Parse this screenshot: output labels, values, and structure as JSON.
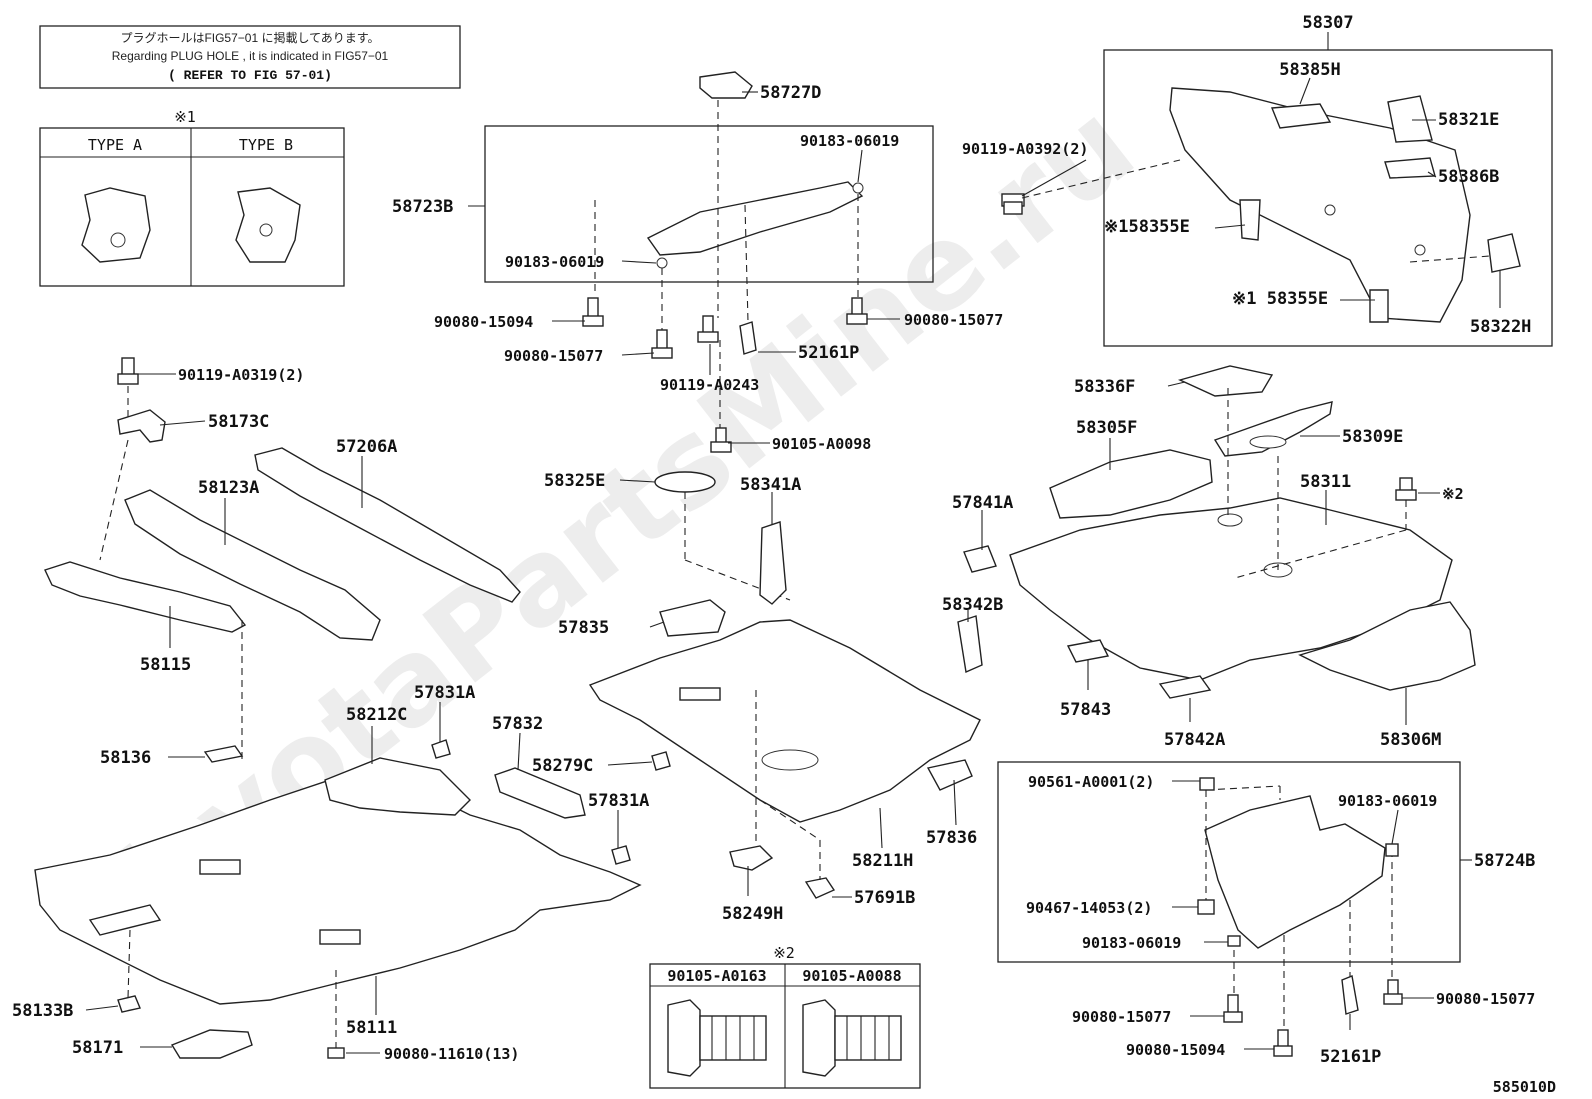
{
  "notes": {
    "plug_hole_jp": "プラグホールはFIG57−01 に掲載してあります。",
    "plug_hole_en": "Regarding PLUG HOLE , it is indicated in FIG57−01",
    "refer": "( REFER TO FIG 57-01)"
  },
  "type_table": {
    "marker": "※1",
    "type_a": "TYPE A",
    "type_b": "TYPE B"
  },
  "bolt_table": {
    "marker": "※2",
    "col1": "90105-A0163",
    "col2": "90105-A0088"
  },
  "watermark": "ToyotaPartsMine.ru",
  "figure_code": "585010D",
  "labels": {
    "p58307": "58307",
    "p58385H": "58385H",
    "p58321E": "58321E",
    "p58386B": "58386B",
    "p90119_A0392": "90119-A0392(2)",
    "p58355E_a": "※158355E",
    "p58355E_b": "※1 58355E",
    "p58322H": "58322H",
    "p58727D": "58727D",
    "p90183_06019_a": "90183-06019",
    "p58723B": "58723B",
    "p90183_06019_b": "90183-06019",
    "p90080_15094_a": "90080-15094",
    "p90080_15077_a": "90080-15077",
    "p90080_15077_b": "90080-15077",
    "p52161P_a": "52161P",
    "p90119_A0243": "90119-A0243",
    "p90119_A0319": "90119-A0319(2)",
    "p58173C": "58173C",
    "p57206A": "57206A",
    "p58123A": "58123A",
    "p58115": "58115",
    "p90105_A0098": "90105-A0098",
    "p58325E": "58325E",
    "p58341A": "58341A",
    "p57835": "57835",
    "p58336F": "58336F",
    "p58305F": "58305F",
    "p58309E": "58309E",
    "p58311": "58311",
    "p57841A": "57841A",
    "p_mark2": "※2",
    "p58342B": "58342B",
    "p57843": "57843",
    "p57842A": "57842A",
    "p58306M": "58306M",
    "p58136": "58136",
    "p58212C": "58212C",
    "p57831A_a": "57831A",
    "p57832": "57832",
    "p58279C": "58279C",
    "p57831A_b": "57831A",
    "p58211H": "58211H",
    "p57836": "57836",
    "p58249H": "58249H",
    "p57691B": "57691B",
    "p58133B": "58133B",
    "p58111": "58111",
    "p58171": "58171",
    "p90080_11610": "90080-11610(13)",
    "p90561_A0001": "90561-A0001(2)",
    "p90183_06019_c": "90183-06019",
    "p58724B": "58724B",
    "p90467_14053": "90467-14053(2)",
    "p90183_06019_d": "90183-06019",
    "p90080_15077_c": "90080-15077",
    "p90080_15077_d": "90080-15077",
    "p90080_15094_b": "90080-15094",
    "p52161P_b": "52161P"
  }
}
